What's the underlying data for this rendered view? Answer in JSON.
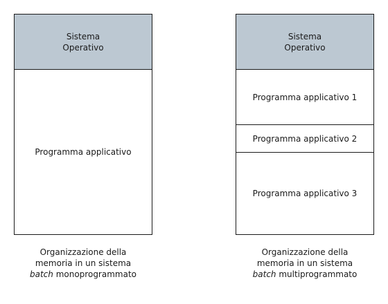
{
  "diagram": {
    "left": {
      "os_label_line1": "Sistema",
      "os_label_line2": "Operativo",
      "program_label": "Programma applicativo",
      "caption_line1": "Organizzazione della",
      "caption_line2": "memoria in un sistema",
      "caption_italic": "batch",
      "caption_rest": " monoprogrammato"
    },
    "right": {
      "os_label_line1": "Sistema",
      "os_label_line2": "Operativo",
      "programs": [
        "Programma applicativo 1",
        "Programma applicativo 2",
        "Programma applicativo 3"
      ],
      "caption_line1": "Organizzazione della",
      "caption_line2": "memoria in un sistema",
      "caption_italic": "batch",
      "caption_rest": " multiprogrammato"
    },
    "colors": {
      "os_fill": "#bcc8d2",
      "border": "#1a1a1a",
      "background": "#ffffff"
    }
  }
}
